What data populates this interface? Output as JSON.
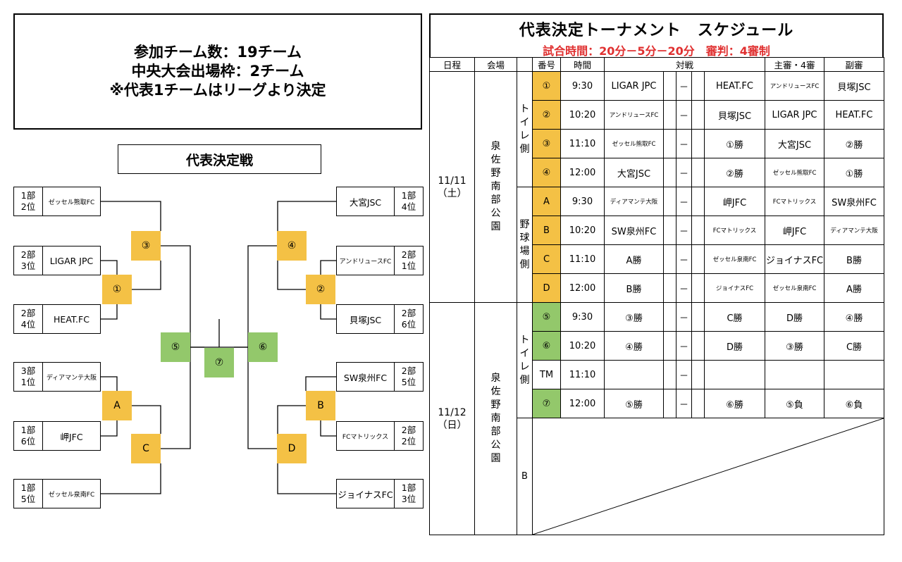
{
  "info": {
    "line1": "参加チーム数：19チーム",
    "line2": "中央大会出場枠：2チーム",
    "line3": "※代表1チームはリーグより決定"
  },
  "bracket": {
    "title": "代表決定戦",
    "left_teams": [
      {
        "rank1": "1部",
        "rank2": "2位",
        "name": "ゼッセル熊取FC"
      },
      {
        "rank1": "2部",
        "rank2": "3位",
        "name": "LIGAR JPC"
      },
      {
        "rank1": "2部",
        "rank2": "4位",
        "name": "HEAT.FC"
      },
      {
        "rank1": "3部",
        "rank2": "1位",
        "name": "ディアマンテ大阪"
      },
      {
        "rank1": "1部",
        "rank2": "6位",
        "name": "岬JFC"
      },
      {
        "rank1": "1部",
        "rank2": "5位",
        "name": "ゼッセル泉南FC"
      }
    ],
    "right_teams": [
      {
        "rank1": "1部",
        "rank2": "4位",
        "name": "大宮JSC"
      },
      {
        "rank1": "2部",
        "rank2": "1位",
        "name": "アンドリュースFC"
      },
      {
        "rank1": "2部",
        "rank2": "6位",
        "name": "貝塚JSC"
      },
      {
        "rank1": "2部",
        "rank2": "5位",
        "name": "SW泉州FC"
      },
      {
        "rank1": "2部",
        "rank2": "2位",
        "name": "FCマトリックス"
      },
      {
        "rank1": "1部",
        "rank2": "3位",
        "name": "ジョイナスFC"
      }
    ],
    "nodes": {
      "n1": "①",
      "n2": "②",
      "n3": "③",
      "n4": "④",
      "n5": "⑤",
      "n6": "⑥",
      "n7": "⑦",
      "a": "A",
      "b": "B",
      "c": "C",
      "d": "D"
    }
  },
  "schedule": {
    "title": "代表決定トーナメント　スケジュール",
    "subtitle": "試合時間：20分－5分－20分　審判：4審制",
    "headers": {
      "date": "日程",
      "venue": "会場",
      "num": "番号",
      "time": "時間",
      "match": "対戦",
      "ref": "主審・4審",
      "sub": "副審"
    },
    "day1": {
      "date": "11/11",
      "dow": "（土）",
      "venue": "泉佐野南部公園",
      "side1": "トイレ側",
      "side2": "野球場側"
    },
    "day2": {
      "date": "11/12",
      "dow": "（日）",
      "venue": "泉佐野南部公園",
      "side1": "トイレ側",
      "side2": "B"
    },
    "dash": "－",
    "rows1": [
      {
        "num": "①",
        "time": "9:30",
        "home": "LIGAR JPC",
        "away": "HEAT.FC",
        "ref": "アンドリュースFC",
        "sub": "貝塚JSC"
      },
      {
        "num": "②",
        "time": "10:20",
        "home": "アンドリュースFC",
        "away": "貝塚JSC",
        "ref": "LIGAR JPC",
        "sub": "HEAT.FC"
      },
      {
        "num": "③",
        "time": "11:10",
        "home": "ゼッセル熊取FC",
        "away": "①勝",
        "ref": "大宮JSC",
        "sub": "②勝"
      },
      {
        "num": "④",
        "time": "12:00",
        "home": "大宮JSC",
        "away": "②勝",
        "ref": "ゼッセル熊取FC",
        "sub": "①勝"
      },
      {
        "num": "A",
        "time": "9:30",
        "home": "ディアマンテ大阪",
        "away": "岬JFC",
        "ref": "FCマトリックス",
        "sub": "SW泉州FC"
      },
      {
        "num": "B",
        "time": "10:20",
        "home": "SW泉州FC",
        "away": "FCマトリックス",
        "ref": "岬JFC",
        "sub": "ディアマンテ大阪"
      },
      {
        "num": "C",
        "time": "11:10",
        "home": "A勝",
        "away": "ゼッセル泉南FC",
        "ref": "ジョイナスFC",
        "sub": "B勝"
      },
      {
        "num": "D",
        "time": "12:00",
        "home": "B勝",
        "away": "ジョイナスFC",
        "ref": "ゼッセル泉南FC",
        "sub": "A勝"
      }
    ],
    "rows2": [
      {
        "num": "⑤",
        "time": "9:30",
        "home": "③勝",
        "away": "C勝",
        "ref": "D勝",
        "sub": "④勝"
      },
      {
        "num": "⑥",
        "time": "10:20",
        "home": "④勝",
        "away": "D勝",
        "ref": "③勝",
        "sub": "C勝"
      },
      {
        "num": "TM",
        "time": "11:10",
        "home": "",
        "away": "",
        "ref": "",
        "sub": ""
      },
      {
        "num": "⑦",
        "time": "12:00",
        "home": "⑤勝",
        "away": "⑥勝",
        "ref": "⑤負",
        "sub": "⑥負"
      }
    ],
    "colors": {
      "orange": "#f4c145",
      "green": "#93c86b",
      "red": "#e03030"
    }
  }
}
